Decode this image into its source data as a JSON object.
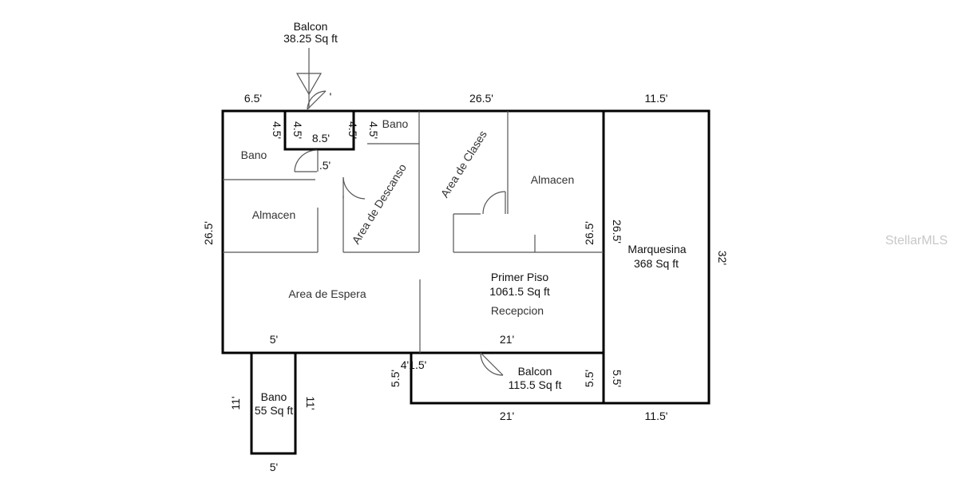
{
  "balcon_top": {
    "name": "Balcon",
    "area": "38.25 Sq ft"
  },
  "dims": {
    "top_left": "6.5'",
    "top_mid": "26.5'",
    "top_right": "11.5'",
    "balcony_left": "4.5'",
    "balcony_inner_left": "4.5'",
    "balcony_width": "8.5'",
    "balcony_inner_right": "4.5'",
    "balcony_right": "4.5'",
    "door_small": ".5'",
    "door_tick": "'",
    "left_height": "26.5'",
    "mid_height": "26.5'",
    "marquesina_left": "26.5'",
    "right_height": "32'",
    "bottom_left": "5'",
    "bottom_mid": "21'",
    "balcon2_left": "5.5'",
    "balcon2_offset": "4'1.5'",
    "balcon2_right": "5.5'",
    "balcon2_outer": "5.5'",
    "balcon2_bottom": "21'",
    "marquesina_bottom": "11.5'",
    "bano2_left": "11'",
    "bano2_right": "11'",
    "bano2_bottom": "5'"
  },
  "rooms": {
    "bano_top": "Bano",
    "bano_left": "Bano",
    "almacen_left": "Almacen",
    "area_descanso": "Area de Descanso",
    "area_clases": "Area de Clases",
    "almacen_right": "Almacen",
    "area_espera": "Area de Espera",
    "primer_piso": "Primer Piso",
    "primer_piso_area": "1061.5 Sq ft",
    "recepcion": "Recepcion",
    "marquesina": "Marquesina",
    "marquesina_area": "368 Sq ft",
    "balcon_bottom": "Balcon",
    "balcon_bottom_area": "115.5 Sq ft",
    "bano_bottom": "Bano",
    "bano_bottom_area": "55 Sq ft"
  },
  "watermark": "StellarMLS"
}
